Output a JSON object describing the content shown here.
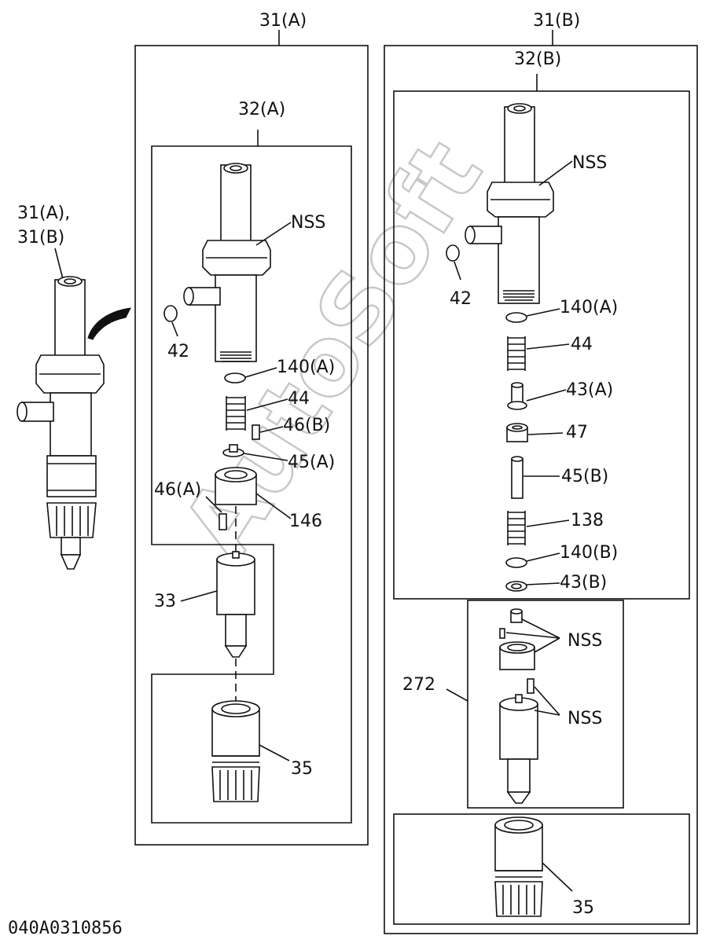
{
  "labels": {
    "group_a": "31(A)",
    "group_b": "31(B)",
    "sub_a": "32(A)",
    "sub_b": "32(B)",
    "overview_1": "31(A),",
    "overview_2": "31(B)",
    "a_nss": "NSS",
    "a_42": "42",
    "a_140a": "140(A)",
    "a_44": "44",
    "a_46b": "46(B)",
    "a_45a": "45(A)",
    "a_46a": "46(A)",
    "a_146": "146",
    "a_33": "33",
    "a_35": "35",
    "b_nss": "NSS",
    "b_42": "42",
    "b_140a": "140(A)",
    "b_44": "44",
    "b_43a": "43(A)",
    "b_47": "47",
    "b_45b": "45(B)",
    "b_138": "138",
    "b_140b": "140(B)",
    "b_43b": "43(B)",
    "b_272": "272",
    "b_nss_2": "NSS",
    "b_nss_3": "NSS",
    "b_35": "35"
  },
  "watermark": "AutoSoft",
  "drawing_code": "040A0310856"
}
